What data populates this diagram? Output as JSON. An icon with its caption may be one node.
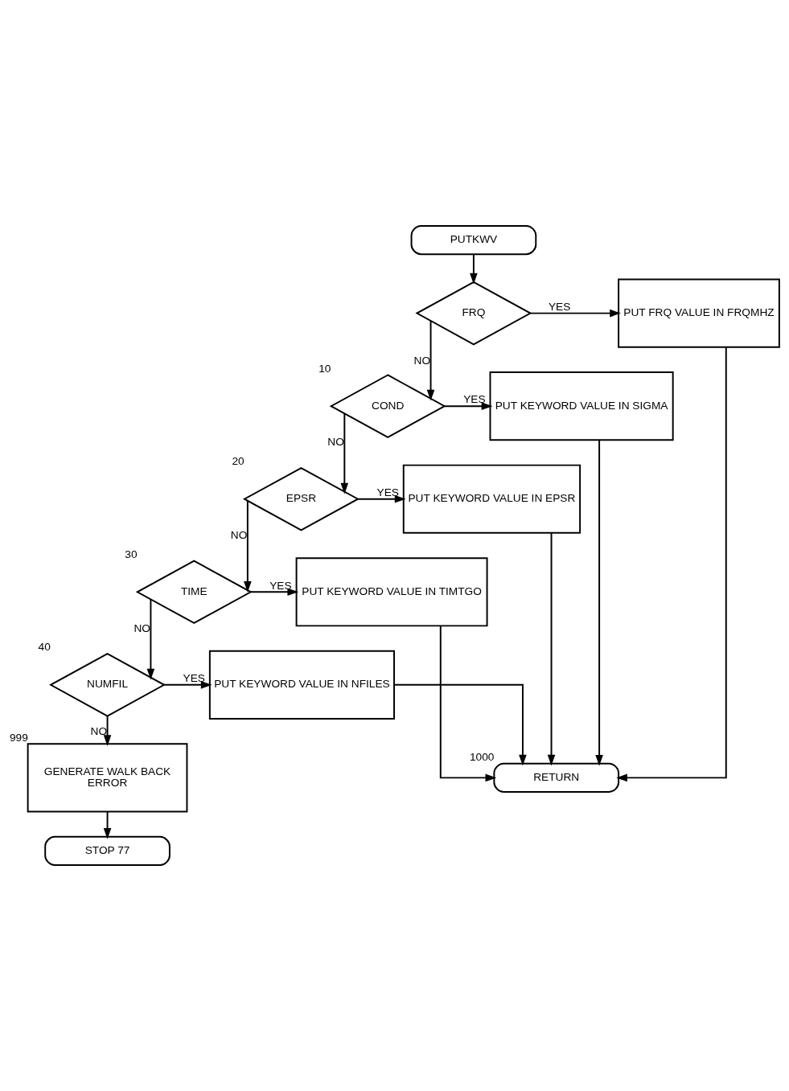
{
  "diagram": {
    "nodes": [
      {
        "text": [
          "PUTKWV"
        ]
      },
      {
        "text": [
          "FRQ"
        ]
      },
      {
        "text": [
          "PUT FRQ VALUE IN FRQMHZ"
        ]
      },
      {
        "text": [
          "COND"
        ],
        "beside": [
          "10"
        ]
      },
      {
        "text": [
          "PUT KEYWORD VALUE IN SIGMA"
        ]
      },
      {
        "text": [
          "EPSR"
        ],
        "beside": [
          "20"
        ]
      },
      {
        "text": [
          "PUT KEYWORD VALUE IN EPSR"
        ]
      },
      {
        "text": [
          "TIME"
        ],
        "beside": [
          "30"
        ]
      },
      {
        "text": [
          "PUT KEYWORD VALUE IN TIMTGO"
        ]
      },
      {
        "text": [
          "NUMFIL"
        ],
        "beside": [
          "40"
        ]
      },
      {
        "text": [
          "PUT KEYWORD VALUE IN NFILES"
        ]
      },
      {
        "text": [
          "GENERATE WALK BACK",
          "ERROR"
        ],
        "beside": [
          "999"
        ]
      },
      {
        "text": [
          "STOP 77"
        ]
      },
      {
        "text": [
          "RETURN"
        ],
        "beside": [
          "1000"
        ]
      }
    ],
    "edges": [
      {
        "from": 0,
        "to": 1,
        "arrow": "to"
      },
      {
        "from": 1,
        "to": 2,
        "arrow": "to",
        "label": "YES"
      },
      {
        "from": 1,
        "to": 3,
        "arrow": "to",
        "label": "NO"
      },
      {
        "from": 3,
        "to": 4,
        "arrow": "to",
        "label": "YES"
      },
      {
        "from": 3,
        "to": 5,
        "arrow": "to",
        "label": "NO"
      },
      {
        "from": 5,
        "to": 6,
        "arrow": "to",
        "label": "YES"
      },
      {
        "from": 5,
        "to": 7,
        "arrow": "to",
        "label": "NO"
      },
      {
        "from": 7,
        "to": 8,
        "arrow": "to",
        "label": "YES"
      },
      {
        "from": 7,
        "to": 9,
        "arrow": "to",
        "label": "NO"
      },
      {
        "from": 9,
        "to": 10,
        "arrow": "to",
        "label": "YES"
      },
      {
        "from": 9,
        "to": 11,
        "arrow": "to",
        "label": "NO"
      },
      {
        "from": 11,
        "to": 12,
        "arrow": "to"
      },
      {
        "from": 2,
        "to": 13,
        "arrow": "to"
      },
      {
        "from": 4,
        "to": 13,
        "arrow": "to"
      },
      {
        "from": 6,
        "to": 13,
        "arrow": "to"
      },
      {
        "from": 8,
        "to": 13,
        "arrow": "to"
      },
      {
        "from": 10,
        "to": 13,
        "arrow": "to"
      }
    ]
  }
}
